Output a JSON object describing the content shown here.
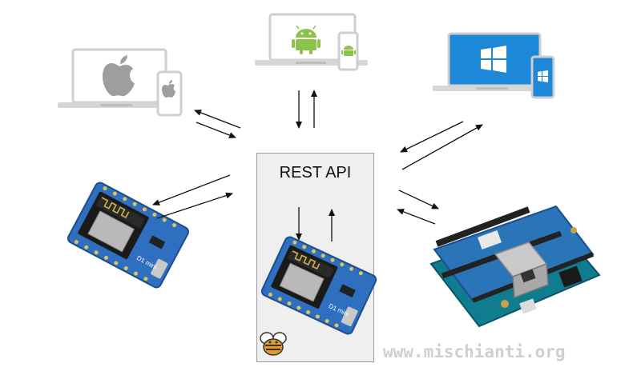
{
  "center": {
    "title": "REST API"
  },
  "watermark": {
    "text": "www.mischianti.org"
  },
  "devices": {
    "apple": {
      "icon": "apple-icon"
    },
    "android": {
      "icon": "android-icon"
    },
    "windows": {
      "icon": "windows-icon"
    },
    "esp8266_left": {
      "icon": "wemos-d1-mini-board",
      "silkscreen": "D1 mini"
    },
    "esp8266_center": {
      "icon": "wemos-d1-mini-board",
      "silkscreen": "D1 mini"
    },
    "arduino": {
      "icon": "arduino-ethernet-shield"
    },
    "bee": {
      "icon": "bee-logo-icon"
    }
  },
  "colors": {
    "windows_blue": "#1e88d8",
    "android_green": "#8bc34a",
    "apple_gray": "#9e9e9e",
    "board_blue": "#2e6fc0",
    "arduino_teal": "#0f7c8f",
    "bee_orange": "#e49b2a"
  }
}
